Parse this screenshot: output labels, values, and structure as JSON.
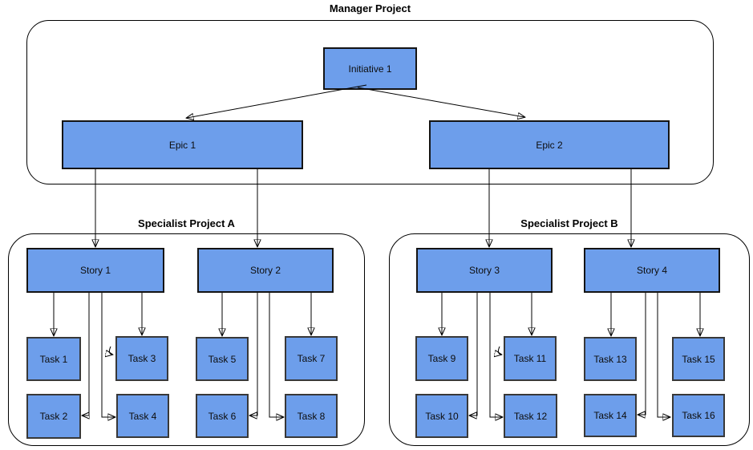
{
  "diagram": {
    "kind": "project-hierarchy-flowchart",
    "colors": {
      "background": "#ffffff",
      "node_fill": "#6d9eeb",
      "node_border": "#141414",
      "task_border": "#383838",
      "edge": "#000000",
      "group_border": "#000000"
    },
    "groups": {
      "manager": {
        "title": "Manager Project"
      },
      "specialist_a": {
        "title": "Specialist Project A"
      },
      "specialist_b": {
        "title": "Specialist Project B"
      }
    },
    "nodes": {
      "initiative1": "Initiative 1",
      "epic1": "Epic 1",
      "epic2": "Epic 2",
      "story1": "Story 1",
      "story2": "Story 2",
      "story3": "Story 3",
      "story4": "Story 4",
      "task1": "Task 1",
      "task2": "Task 2",
      "task3": "Task 3",
      "task4": "Task 4",
      "task5": "Task 5",
      "task6": "Task 6",
      "task7": "Task 7",
      "task8": "Task 8",
      "task9": "Task 9",
      "task10": "Task 10",
      "task11": "Task 11",
      "task12": "Task 12",
      "task13": "Task 13",
      "task14": "Task 14",
      "task15": "Task 15",
      "task16": "Task 16"
    },
    "edges": [
      {
        "from": "Initiative 1",
        "to": "Epic 1"
      },
      {
        "from": "Initiative 1",
        "to": "Epic 2"
      },
      {
        "from": "Epic 1",
        "to": "Story 1"
      },
      {
        "from": "Epic 1",
        "to": "Story 2"
      },
      {
        "from": "Epic 2",
        "to": "Story 3"
      },
      {
        "from": "Epic 2",
        "to": "Story 4"
      },
      {
        "from": "Story 1",
        "to": "Task 1"
      },
      {
        "from": "Story 1",
        "to": "Task 2"
      },
      {
        "from": "Story 1",
        "to": "Task 3"
      },
      {
        "from": "Story 1",
        "to": "Task 4"
      },
      {
        "from": "Story 2",
        "to": "Task 5"
      },
      {
        "from": "Story 2",
        "to": "Task 6"
      },
      {
        "from": "Story 2",
        "to": "Task 7"
      },
      {
        "from": "Story 2",
        "to": "Task 8"
      },
      {
        "from": "Story 3",
        "to": "Task 9"
      },
      {
        "from": "Story 3",
        "to": "Task 10"
      },
      {
        "from": "Story 3",
        "to": "Task 11"
      },
      {
        "from": "Story 3",
        "to": "Task 12"
      },
      {
        "from": "Story 4",
        "to": "Task 13"
      },
      {
        "from": "Story 4",
        "to": "Task 14"
      },
      {
        "from": "Story 4",
        "to": "Task 15"
      },
      {
        "from": "Story 4",
        "to": "Task 16"
      }
    ]
  }
}
